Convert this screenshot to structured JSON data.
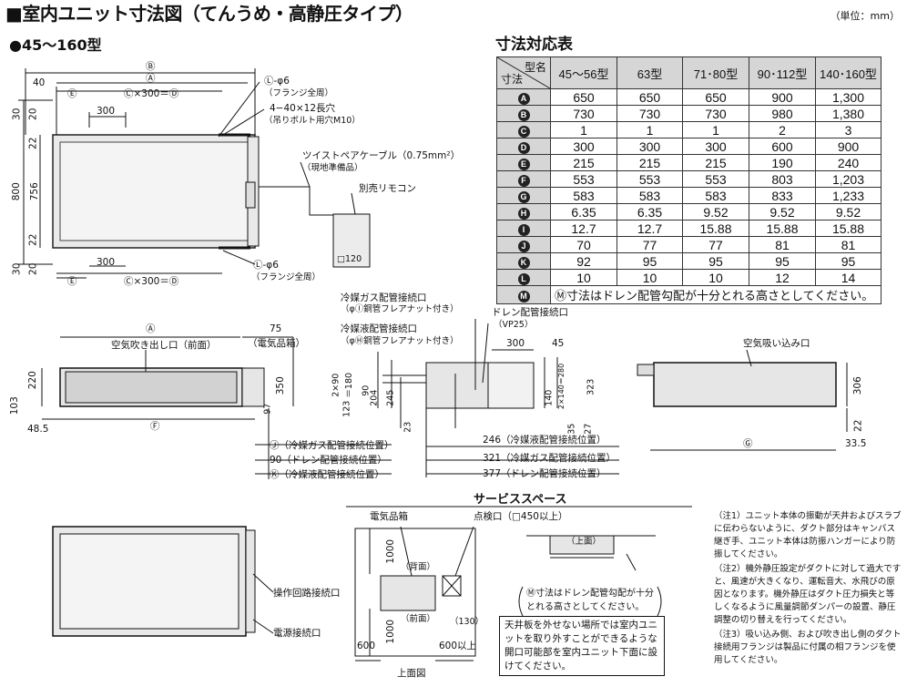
{
  "title": "■室内ユニット寸法図（てんうめ・高静圧タイプ）",
  "unit_note": "（単位：mm）",
  "model_range": "●45～160型",
  "table": {
    "title": "寸法対応表",
    "header_type": "型名",
    "header_dim": "寸法",
    "columns": [
      "45～56型",
      "63型",
      "71･80型",
      "90･112型",
      "140･160型"
    ],
    "rows": [
      {
        "key": "A",
        "values": [
          "650",
          "650",
          "650",
          "900",
          "1,300"
        ]
      },
      {
        "key": "B",
        "values": [
          "730",
          "730",
          "730",
          "980",
          "1,380"
        ]
      },
      {
        "key": "C",
        "values": [
          "1",
          "1",
          "1",
          "2",
          "3"
        ]
      },
      {
        "key": "D",
        "values": [
          "300",
          "300",
          "300",
          "600",
          "900"
        ]
      },
      {
        "key": "E",
        "values": [
          "215",
          "215",
          "215",
          "190",
          "240"
        ]
      },
      {
        "key": "F",
        "values": [
          "553",
          "553",
          "553",
          "803",
          "1,203"
        ]
      },
      {
        "key": "G",
        "values": [
          "583",
          "583",
          "583",
          "833",
          "1,233"
        ]
      },
      {
        "key": "H",
        "values": [
          "6.35",
          "6.35",
          "9.52",
          "9.52",
          "9.52"
        ]
      },
      {
        "key": "I",
        "values": [
          "12.7",
          "12.7",
          "15.88",
          "15.88",
          "15.88"
        ]
      },
      {
        "key": "J",
        "values": [
          "70",
          "77",
          "77",
          "81",
          "81"
        ]
      },
      {
        "key": "K",
        "values": [
          "92",
          "95",
          "95",
          "95",
          "95"
        ]
      },
      {
        "key": "L",
        "values": [
          "10",
          "10",
          "10",
          "12",
          "14"
        ]
      }
    ],
    "note_row": {
      "key": "M",
      "text": "Ⓜ寸法はドレン配管勾配が十分とれる高さとしてください。"
    }
  },
  "top_view": {
    "dim_B": "Ⓑ",
    "dim_40": "40",
    "dim_A": "Ⓐ",
    "dim_E_top": "Ⓔ",
    "dim_C300D_top": "Ⓒ×300＝Ⓓ",
    "dim_300_top": "300",
    "dim_30_top": "30",
    "dim_20_top": "20",
    "dim_22_top": "22",
    "dim_800": "800",
    "dim_756": "756",
    "dim_22_bot": "22",
    "dim_20_bot": "20",
    "dim_30_bot": "30",
    "dim_300_bot": "300",
    "dim_E_bot": "Ⓔ",
    "dim_C300D_bot": "Ⓒ×300＝Ⓓ",
    "l_phi6_top": "Ⓛ-φ6",
    "flange_top": "（フランジ全周）",
    "slot": "4−40×12長穴",
    "bolt": "（吊りボルト用穴M10）",
    "cable": "ツイストペアケーブル（0.75mm²）",
    "cable_note": "（現地準備品）",
    "remote": "別売リモコン",
    "remote_size": "□120",
    "l_phi6_bot": "Ⓛ-φ6",
    "flange_bot": "（フランジ全周）"
  },
  "front_view": {
    "dim_A": "Ⓐ",
    "dim_75": "75",
    "outlet": "空気吹き出し口（前面）",
    "box": "（電気品箱）",
    "dim_220": "220",
    "dim_103": "103",
    "dim_350": "350",
    "dim_97": "97",
    "dim_485": "48.5",
    "dim_F": "Ⓕ"
  },
  "pipe_labels": {
    "gas_pos": "Ⓙ（冷媒ガス配管接続位置）",
    "drain_pos": "90（ドレン配管接続位置）",
    "liquid_pos": "Ⓚ（冷媒液配管接続位置）"
  },
  "side_view": {
    "gas_port": "冷媒ガス配管接続口",
    "gas_port_note": "（φⒾ銅管フレアナット付き）",
    "liquid_port": "冷媒液配管接続口",
    "liquid_port_note": "（φⒽ銅管フレアナット付き）",
    "drain_port": "ドレン配管接続口",
    "drain_vp": "（VP25）",
    "dim_300": "300",
    "dim_45": "45",
    "dim_2x90": "2×90",
    "dim_eq180": "＝180",
    "dim_90": "90",
    "dim_204": "204",
    "dim_245": "245",
    "dim_123": "123",
    "dim_140": "140",
    "dim_2x140": "2×140＝280",
    "dim_323": "323",
    "dim_23": "23",
    "dim_35": "35",
    "dim_27": "27",
    "liquid_pos": "246（冷媒液配管接続位置）",
    "gas_pos": "321（冷媒ガス配管接続位置）",
    "drain_pos": "377（ドレン配管接続位置）"
  },
  "rear_view": {
    "inlet": "空気吸い込み口",
    "dim_306": "306",
    "dim_22": "22",
    "dim_G": "Ⓖ",
    "dim_335": "33.5"
  },
  "bottom_left": {
    "control": "操作回路接続口",
    "power": "電源接続口"
  },
  "service": {
    "title": "サービススペース",
    "box": "電気品箱",
    "inspect": "点検口（□450以上）",
    "back": "（背面）",
    "front": "（前面）",
    "dim_1000a": "1000",
    "dim_1000b": "1000",
    "dim_600a": "600",
    "dim_600b": "600以上",
    "dim_130": "（130）",
    "top_label": "上面図",
    "ceiling": "（上面）",
    "m_note": "Ⓜ寸法はドレン配管勾配が十分とれる高さとしてください。",
    "ceiling_note": "天井板を外せない場所では室内ユニットを取り外すことができるような開口可能部を室内ユニット下面に設けてください。"
  },
  "notes": [
    "（注1）ユニット本体の振動が天井およびスラブに伝わらないように、ダクト部分はキャンバス継ぎ手、ユニット本体は防振ハンガーにより防振してください。",
    "（注2）機外静圧設定がダクトに対して過大ですと、風速が大きくなり、運転音大、水飛びの原因となります。機外静圧はダクト圧力損失と等しくなるように風量調節ダンパーの設置、静圧調整の切り替えを行ってください。",
    "（注3）吸い込み側、および吹き出し側のダクト接続用フランジは製品に付属の相フランジを使用してください。"
  ]
}
